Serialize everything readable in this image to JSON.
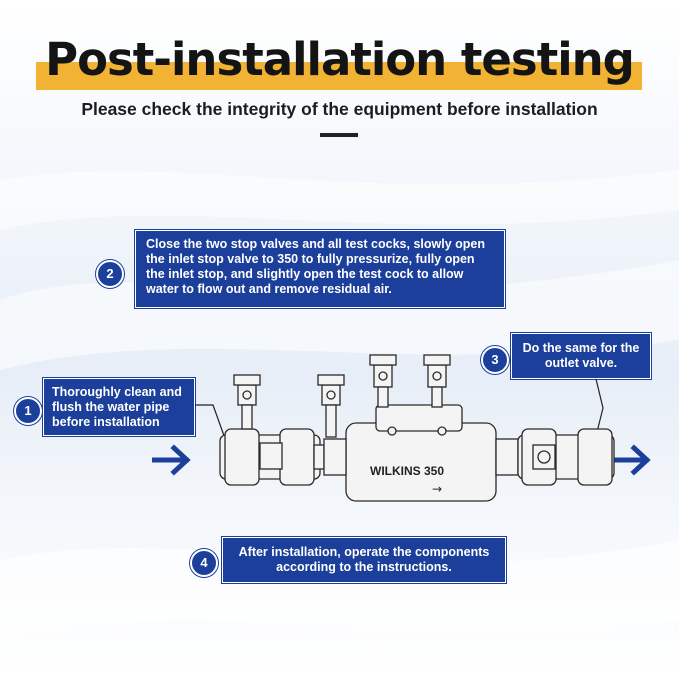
{
  "header": {
    "title": "Post-installation testing",
    "subtitle": "Please check the integrity of the equipment before installation"
  },
  "steps": [
    {
      "number": "2",
      "lines": [
        "Close the two stop valves and all test cocks, slowly open",
        "the inlet stop valve to 350 to fully pressurize, fully open",
        "the inlet stop, and slightly open the test cock to allow",
        "water to flow out and remove residual air."
      ]
    },
    {
      "number": "1",
      "lines": [
        "Thoroughly clean and",
        "flush the water pipe",
        "before installation"
      ]
    },
    {
      "number": "3",
      "lines": [
        "Do the same for the",
        "outlet valve."
      ]
    },
    {
      "number": "4",
      "lines": [
        "After installation, operate the components",
        "according to the instructions."
      ]
    }
  ],
  "product": {
    "label": "WILKINS 350",
    "flow_arrow": "→"
  },
  "colors": {
    "accent_blue": "#1b3f9a",
    "highlight_yellow": "#f2b233",
    "title_text": "#141414"
  },
  "icons": {
    "inlet": "arrow-right-icon",
    "outlet": "arrow-right-icon"
  }
}
